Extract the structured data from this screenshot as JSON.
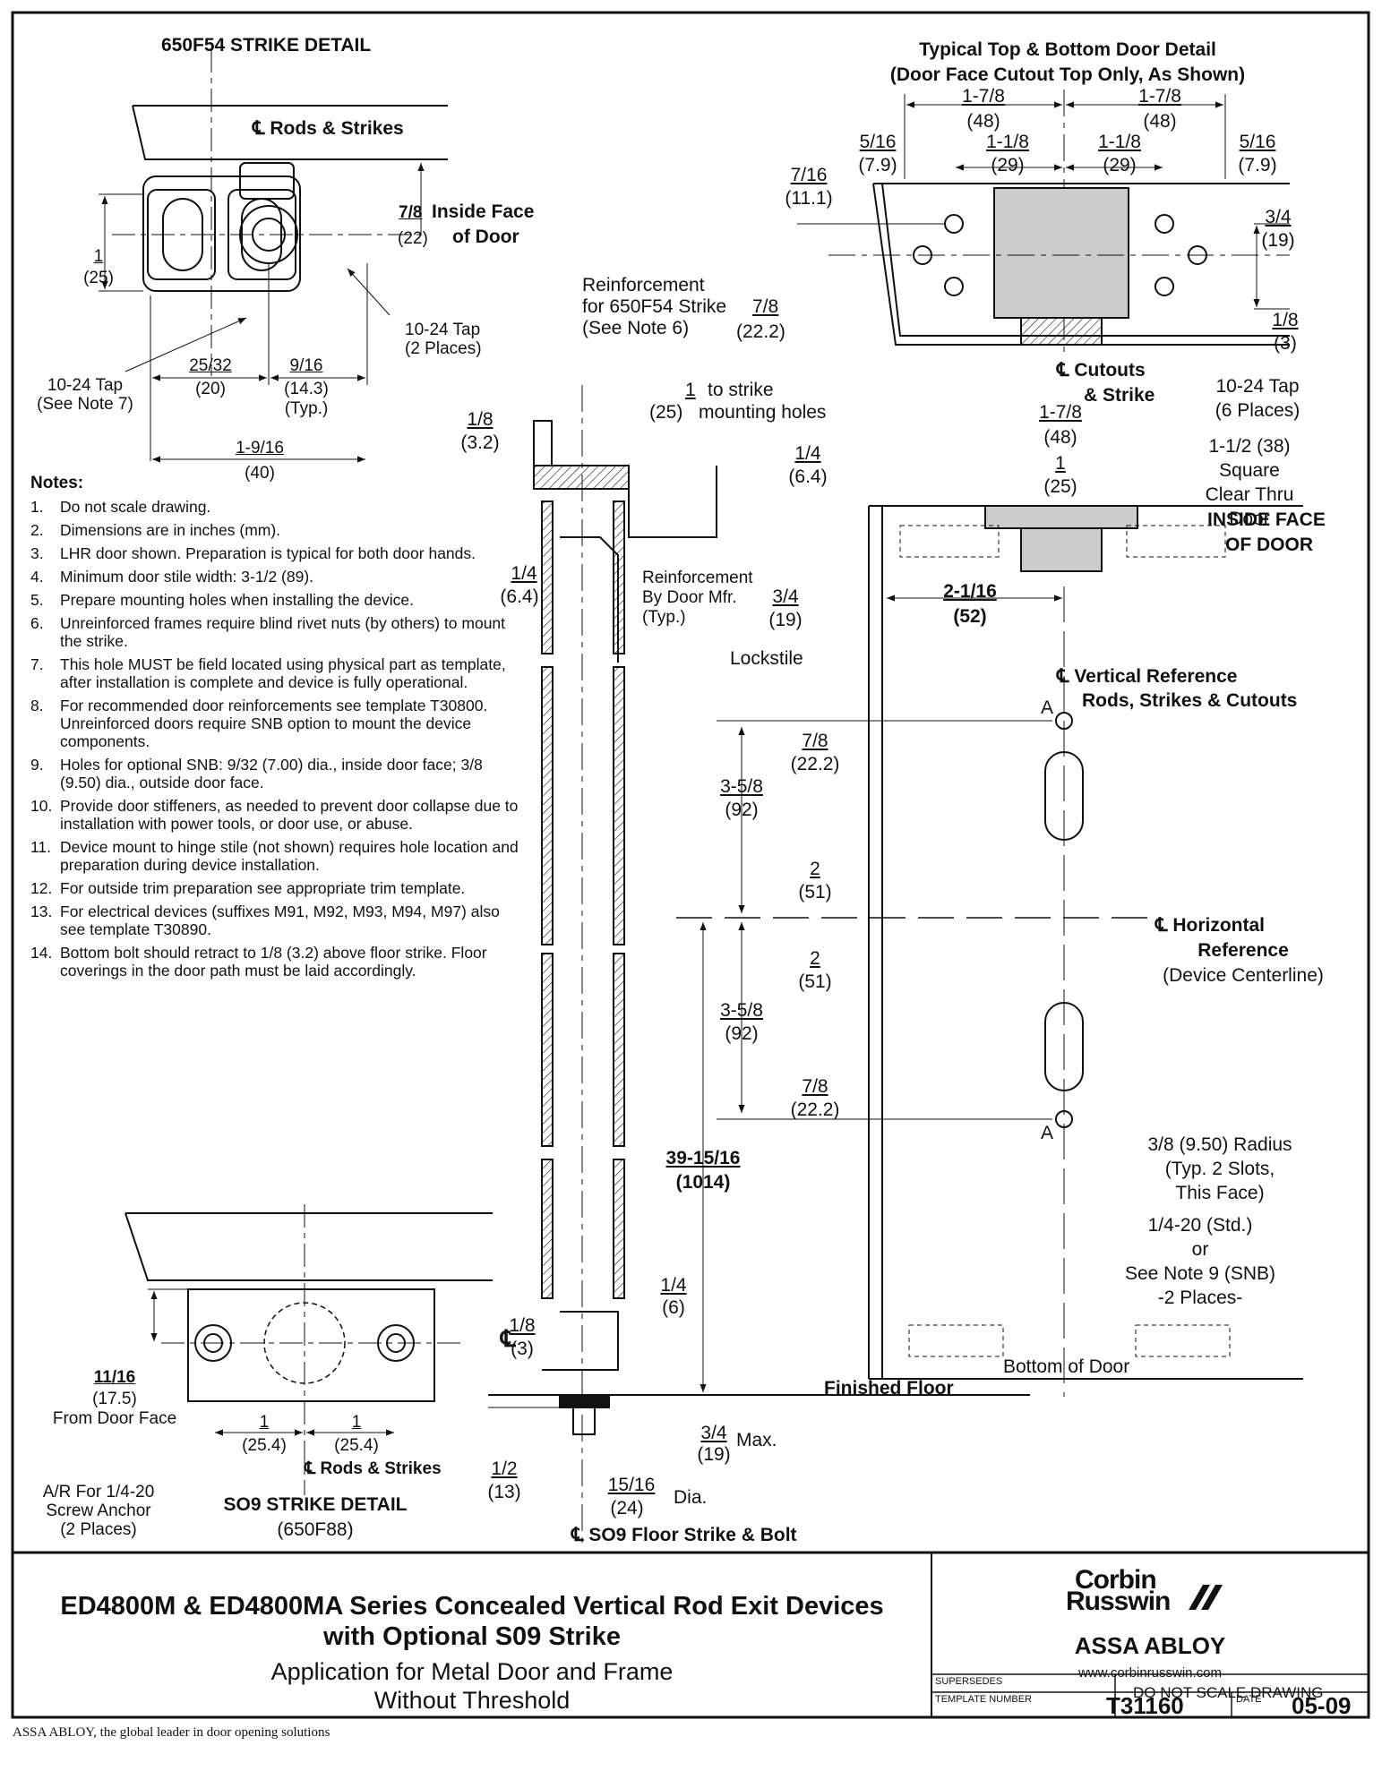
{
  "strike_650f54": {
    "title": "650F54 STRIKE DETAIL",
    "rods_strikes": "Rods & Strikes",
    "dim_78": "7/8",
    "dim_78_mm": "(22)",
    "inside_face": "Inside Face",
    "of_door": "of Door",
    "dim_1": "1",
    "dim_1_mm": "(25)",
    "tap_2": "10-24 Tap\n(2 Places)",
    "tap_note7": "10-24 Tap\n(See Note 7)",
    "dim_2532": "25/32",
    "dim_2532_mm": "(20)",
    "dim_916": "9/16",
    "dim_916_mm": "(14.3)",
    "typ": "(Typ.)",
    "dim_1916": "1-9/16",
    "dim_1916_mm": "(40)"
  },
  "notes": {
    "heading": "Notes:",
    "items": [
      {
        "n": "1.",
        "text": "Do not scale drawing."
      },
      {
        "n": "2.",
        "text": "Dimensions are in inches (mm)."
      },
      {
        "n": "3.",
        "text": "LHR door shown. Preparation is typical for both door hands."
      },
      {
        "n": "4.",
        "text": "Minimum door stile width: 3-1/2 (89)."
      },
      {
        "n": "5.",
        "text": "Prepare mounting holes when installing the device."
      },
      {
        "n": "6.",
        "text": "Unreinforced frames require blind rivet nuts (by others) to mount the strike."
      },
      {
        "n": "7.",
        "text": "This hole MUST be field located using physical part as template, after installation is complete and device is fully operational."
      },
      {
        "n": "8.",
        "text": "For recommended door reinforcements see template T30800. Unreinforced doors require SNB option to mount the device components."
      },
      {
        "n": "9.",
        "text": "Holes for optional SNB: 9/32 (7.00) dia., inside door face; 3/8 (9.50) dia., outside door face."
      },
      {
        "n": "10.",
        "text": "Provide door stiffeners, as needed to prevent door collapse due to installation with power tools, or door use, or abuse."
      },
      {
        "n": "11.",
        "text": "Device mount to hinge stile (not shown) requires hole location and preparation during device installation."
      },
      {
        "n": "12.",
        "text": "For outside trim preparation see appropriate trim template."
      },
      {
        "n": "13.",
        "text": "For electrical devices (suffixes M91, M92, M93, M94, M97) also see template T30890."
      },
      {
        "n": "14.",
        "text": "Bottom bolt should retract to 1/8 (3.2) above floor strike. Floor coverings in the door path must be laid accordingly."
      }
    ]
  },
  "so9_strike": {
    "dim_1116": "11/16",
    "dim_1116_mm": "(17.5)",
    "from_door_face": "From Door Face",
    "dim_1a": "1",
    "dim_1a_mm": "(25.4)",
    "dim_1b": "1",
    "dim_1b_mm": "(25.4)",
    "rods_strikes": "Rods & Strikes",
    "anchor": "A/R For 1/4-20\nScrew Anchor\n(2 Places)",
    "title": "SO9 STRIKE DETAIL",
    "part": "(650F88)"
  },
  "section": {
    "reinf_650": "Reinforcement\nfor 650F54 Strike\n(See Note 6)",
    "dim_78": "7/8",
    "dim_78_mm": "(22.2)",
    "dim_1": "1",
    "dim_1_mm": "(25)",
    "to_strike": "to strike",
    "mounting_holes": "mounting holes",
    "dim_18": "1/8",
    "dim_18_mm": "(3.2)",
    "dim_14": "1/4",
    "dim_14_mm": "(6.4)",
    "reinf_mfr": "Reinforcement\nBy Door Mfr.\n(Typ.)",
    "dim_3915": "39-15/16",
    "dim_3915_mm": "(1014)",
    "dim_14b": "1/4",
    "dim_14b_mm": "(6)",
    "dim_18b": "1/8",
    "dim_18b_mm": "(3)",
    "finished_floor": "Finished Floor",
    "dim_34": "3/4",
    "dim_34_mm": "(19)",
    "max": "Max.",
    "dim_12": "1/2",
    "dim_12_mm": "(13)",
    "dim_1516": "15/16",
    "dim_1516_mm": "(24)",
    "dia": "Dia.",
    "floor_strike": "SO9 Floor Strike & Bolt"
  },
  "top_detail": {
    "title1": "Typical Top & Bottom Door Detail",
    "title2": "(Door Face Cutout Top Only, As Shown)",
    "dim_178a": "1-7/8",
    "dim_178a_mm": "(48)",
    "dim_178b": "1-7/8",
    "dim_178b_mm": "(48)",
    "dim_516a": "5/16",
    "dim_516a_mm": "(7.9)",
    "dim_118a": "1-1/8",
    "dim_118a_mm": "(29)",
    "dim_118b": "1-1/8",
    "dim_118b_mm": "(29)",
    "dim_516b": "5/16",
    "dim_516b_mm": "(7.9)",
    "dim_716": "7/16",
    "dim_716_mm": "(11.1)",
    "dim_34": "3/4",
    "dim_34_mm": "(19)",
    "dim_18": "1/8",
    "dim_18_mm": "(3)",
    "cutouts": "Cutouts",
    "strike": "& Strike",
    "tap6": "10-24 Tap\n(6 Places)",
    "square": "1-1/2 (38) Square\nClear Thru Door"
  },
  "face_view": {
    "dim_178": "1-7/8",
    "dim_178_mm": "(48)",
    "dim_1": "1",
    "dim_1_mm": "(25)",
    "dim_14": "1/4",
    "dim_14_mm": "(6.4)",
    "inside_face": "INSIDE FACE",
    "of_door": "OF DOOR",
    "dim_34": "3/4",
    "dim_34_mm": "(19)",
    "dim_2116": "2-1/16",
    "dim_2116_mm": "(52)",
    "lockstile": "Lockstile",
    "vref1": "Vertical Reference",
    "vref2": "Rods, Strikes & Cutouts",
    "a_top": "A",
    "dim_78a": "7/8",
    "dim_78a_mm": "(22.2)",
    "dim_358a": "3-5/8",
    "dim_358a_mm": "(92)",
    "dim_2a": "2",
    "dim_2a_mm": "(51)",
    "href1": "Horizontal",
    "href2": "Reference",
    "href3": "(Device Centerline)",
    "dim_2b": "2",
    "dim_2b_mm": "(51)",
    "dim_358b": "3-5/8",
    "dim_358b_mm": "(92)",
    "dim_78b": "7/8",
    "dim_78b_mm": "(22.2)",
    "a_bottom": "A",
    "radius": "3/8 (9.50) Radius\n(Typ. 2 Slots,\nThis Face)",
    "std": "1/4-20 (Std.)\nor\nSee Note 9 (SNB)\n-2 Places-",
    "bottom_of_door": "Bottom of Door"
  },
  "title_block": {
    "line1": "ED4800M & ED4800MA Series Concealed Vertical Rod Exit Devices",
    "line2": "with Optional S09 Strike",
    "line3": "Application for Metal Door and Frame",
    "line4": "Without Threshold"
  },
  "brand": {
    "logo1": "Corbin",
    "logo2": "Russwin",
    "assa": "ASSA ABLOY",
    "url": "www.corbinrusswin.com",
    "supersedes_label": "SUPERSEDES",
    "dont_scale": "DO NOT SCALE DRAWING",
    "template_label": "TEMPLATE NUMBER",
    "template_number": "T31160",
    "date_label": "DATE",
    "date": "05-09"
  },
  "footer": {
    "line1": "ASSA ABLOY, the global leader in door opening solutions"
  }
}
